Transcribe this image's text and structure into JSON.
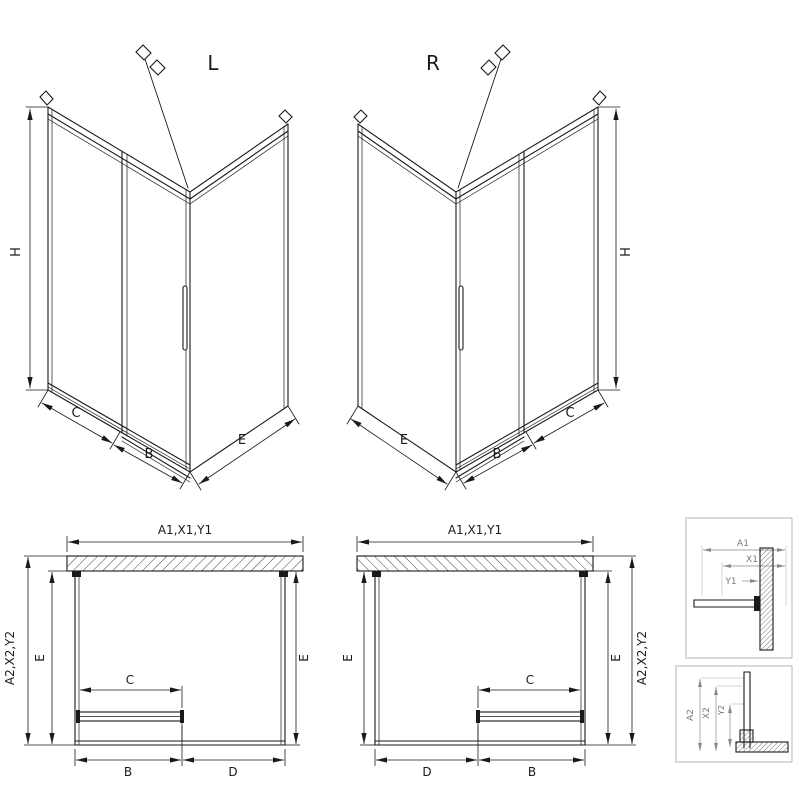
{
  "drawing": {
    "iso_left": {
      "label": "L",
      "h": "H",
      "c": "C",
      "b": "B",
      "e": "E"
    },
    "iso_right": {
      "label": "R",
      "h": "H",
      "c": "C",
      "b": "B",
      "e": "E"
    },
    "plan_left": {
      "top": "A1,X1,Y1",
      "side": "A2,X2,Y2",
      "e_left": "E",
      "e_right": "E",
      "c": "C",
      "b": "B",
      "d": "D"
    },
    "plan_right": {
      "top": "A1,X1,Y1",
      "side": "A2,X2,Y2",
      "e_left": "E",
      "e_right": "E",
      "c": "C",
      "b": "B",
      "d": "D"
    },
    "detail_top": {
      "a1": "A1",
      "x1": "X1",
      "y1": "Y1"
    },
    "detail_bottom": {
      "a2": "A2",
      "x2": "X2",
      "y2": "Y2"
    }
  },
  "colors": {
    "line": "#1a1a1a",
    "detail_text": "#777777",
    "detail_border": "#b5b5b5",
    "background": "#ffffff"
  }
}
